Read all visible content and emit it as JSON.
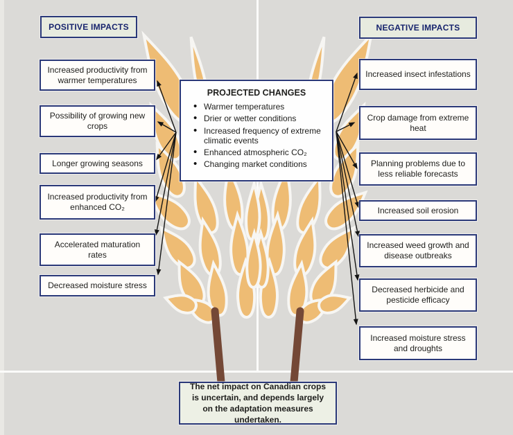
{
  "figure_title": "Impacts of projected climate changes on Canadian crops",
  "colors": {
    "background": "#dbdad7",
    "navy": "#2a3878",
    "box_bg": "#fffdfa",
    "header_bg": "#e7ebdf",
    "note_bg": "#edf0e5",
    "header_text": "#17246d",
    "text": "#1d1d1b",
    "arrow": "#141414",
    "wheat": "#eebc74",
    "wheat_outline": "#f7f6f3",
    "stem": "#744836"
  },
  "positive": {
    "header": "POSITIVE IMPACTS",
    "items": [
      "Increased productivity from warmer temperatures",
      "Possibility of growing new crops",
      "Longer growing seasons",
      "Increased productivity from enhanced CO₂",
      "Accelerated maturation rates",
      "Decreased moisture stress"
    ]
  },
  "negative": {
    "header": "NEGATIVE IMPACTS",
    "items": [
      "Increased insect infestations",
      "Crop damage from extreme heat",
      "Planning problems due to less reliable forecasts",
      "Increased soil erosion",
      "Increased weed growth and disease outbreaks",
      "Decreased herbicide and pesticide efficacy",
      "Increased moisture stress and droughts"
    ]
  },
  "projected_changes": {
    "title": "PROJECTED CHANGES",
    "bullets": [
      "Warmer temperatures",
      "Drier or wetter conditions",
      "Increased frequency of extreme climatic events",
      "Enhanced atmospheric CO₂",
      "Changing market conditions"
    ]
  },
  "note": "The net impact on Canadian crops is uncertain, and depends largely on the adaptation measures undertaken."
}
